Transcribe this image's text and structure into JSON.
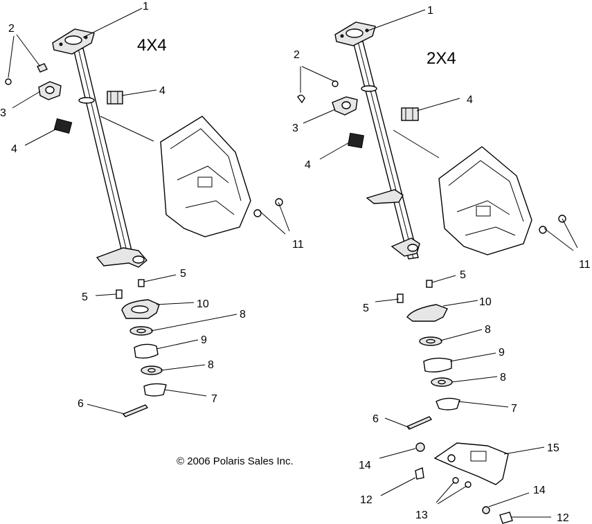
{
  "titles": {
    "left": "4X4",
    "right": "2X4"
  },
  "copyright": "© 2006 Polaris Sales Inc.",
  "left_labels": {
    "c1": "1",
    "c2": "2",
    "c3": "3",
    "c4a": "4",
    "c4b": "4",
    "c5a": "5",
    "c5b": "5",
    "c10": "10",
    "c8a": "8",
    "c9": "9",
    "c8b": "8",
    "c7": "7",
    "c6": "6",
    "c11": "11"
  },
  "right_labels": {
    "c1": "1",
    "c2": "2",
    "c3": "3",
    "c4a": "4",
    "c4b": "4",
    "c5a": "5",
    "c5b": "5",
    "c10": "10",
    "c8a": "8",
    "c9": "9",
    "c8b": "8",
    "c7": "7",
    "c6": "6",
    "c11": "11",
    "c14a": "14",
    "c15": "15",
    "c12a": "12",
    "c13": "13",
    "c14b": "14",
    "c12b": "12"
  }
}
